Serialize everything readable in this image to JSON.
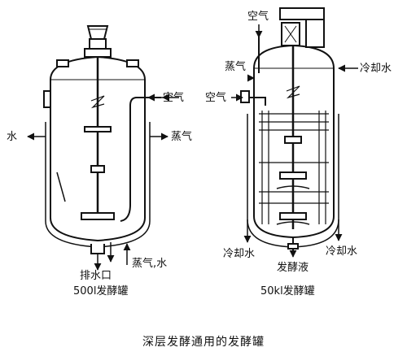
{
  "left_tank": {
    "labels": {
      "air": "空气",
      "water": "水",
      "steam": "蒸气",
      "drain": "排水口",
      "steam_water": "蒸气,水"
    },
    "caption": "500l发酵罐"
  },
  "right_tank": {
    "labels": {
      "air_top": "空气",
      "steam": "蒸气",
      "air_side": "空气",
      "cooling_water_top": "冷却水",
      "cooling_water_bottom_left": "冷却水",
      "fermentation_liquid": "发酵液",
      "cooling_water_bottom_right": "冷却水"
    },
    "caption": "50kl发酵罐"
  },
  "figure_caption": "深层发酵通用的发酵罐"
}
